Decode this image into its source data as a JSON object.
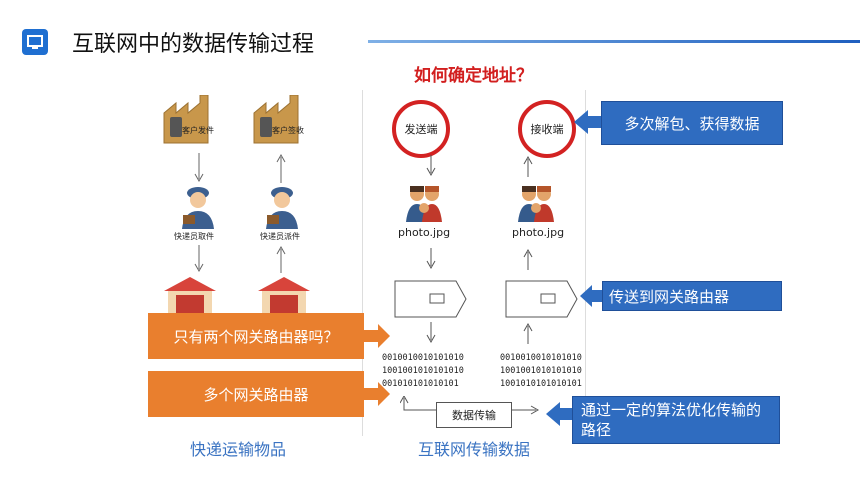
{
  "header": {
    "title": "互联网中的数据传输过程"
  },
  "question": "如何确定地址？",
  "left_diagram": {
    "factory_send": "客户发件",
    "factory_receive": "客户签收",
    "courier_pick": "快递员取件",
    "courier_deliver": "快递员派件",
    "caption": "快递运输物品"
  },
  "right_diagram": {
    "sender": "发送端",
    "receiver": "接收端",
    "file_left": "photo.jpg",
    "file_right": "photo.jpg",
    "bits_left": [
      "0010010010101010",
      "1001001010101010",
      "001010101010101"
    ],
    "bits_right": [
      "0010010010101010",
      "1001001010101010",
      "1001010101010101"
    ],
    "transfer_label": "数据传输",
    "caption": "互联网传输数据"
  },
  "callouts": {
    "unpack": "多次解包、获得数据",
    "gateway": "传送到网关路由器",
    "route": "通过一定的算法优化传输的路径",
    "only_two": "只有两个网关路由器吗？",
    "many": "多个网关路由器"
  },
  "colors": {
    "accent_blue": "#2f6cc0",
    "accent_orange": "#e97f2e",
    "alert_red": "#d21f1f"
  }
}
